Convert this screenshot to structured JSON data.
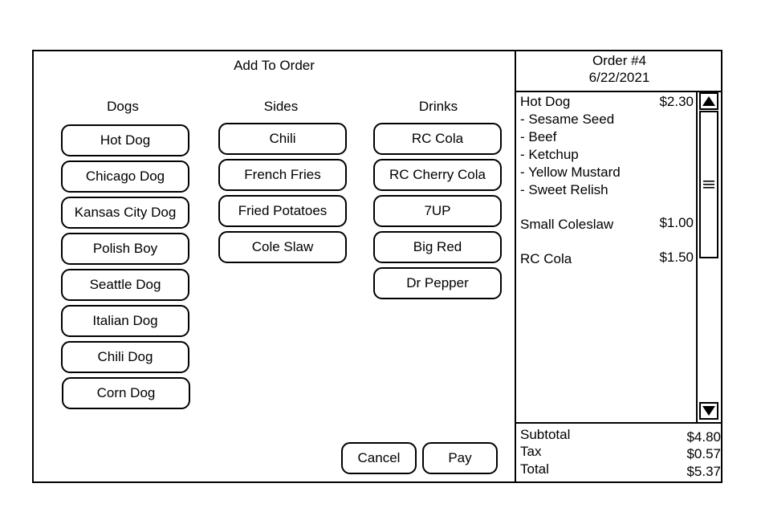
{
  "dialog": {
    "title": "Add To Order",
    "cancel_label": "Cancel",
    "pay_label": "Pay"
  },
  "columns": {
    "dogs": {
      "heading": "Dogs",
      "items": [
        "Hot Dog",
        "Chicago Dog",
        "Kansas City Dog",
        "Polish Boy",
        "Seattle Dog",
        "Italian Dog",
        "Chili Dog",
        "Corn Dog"
      ]
    },
    "sides": {
      "heading": "Sides",
      "items": [
        "Chili",
        "French Fries",
        "Fried Potatoes",
        "Cole Slaw"
      ]
    },
    "drinks": {
      "heading": "Drinks",
      "items": [
        "RC Cola",
        "RC Cherry Cola",
        "7UP",
        "Big Red",
        "Dr Pepper"
      ]
    }
  },
  "order": {
    "number": "Order #4",
    "date": "6/22/2021",
    "items": [
      {
        "name": "Hot Dog",
        "price": "$2.30",
        "modifiers": [
          "- Sesame Seed",
          "- Beef",
          "- Ketchup",
          "- Yellow Mustard",
          "- Sweet Relish"
        ]
      },
      {
        "name": "Small Coleslaw",
        "price": "$1.00",
        "modifiers": []
      },
      {
        "name": "RC Cola",
        "price": "$1.50",
        "modifiers": []
      }
    ],
    "subtotal_label": "Subtotal",
    "subtotal": "$4.80",
    "tax_label": "Tax",
    "tax": "$0.57",
    "total_label": "Total",
    "total": "$5.37"
  },
  "icons": {
    "scroll_up": "triangle-up-icon",
    "scroll_down": "triangle-down-icon",
    "scroll_grip": "grip-lines-icon"
  }
}
